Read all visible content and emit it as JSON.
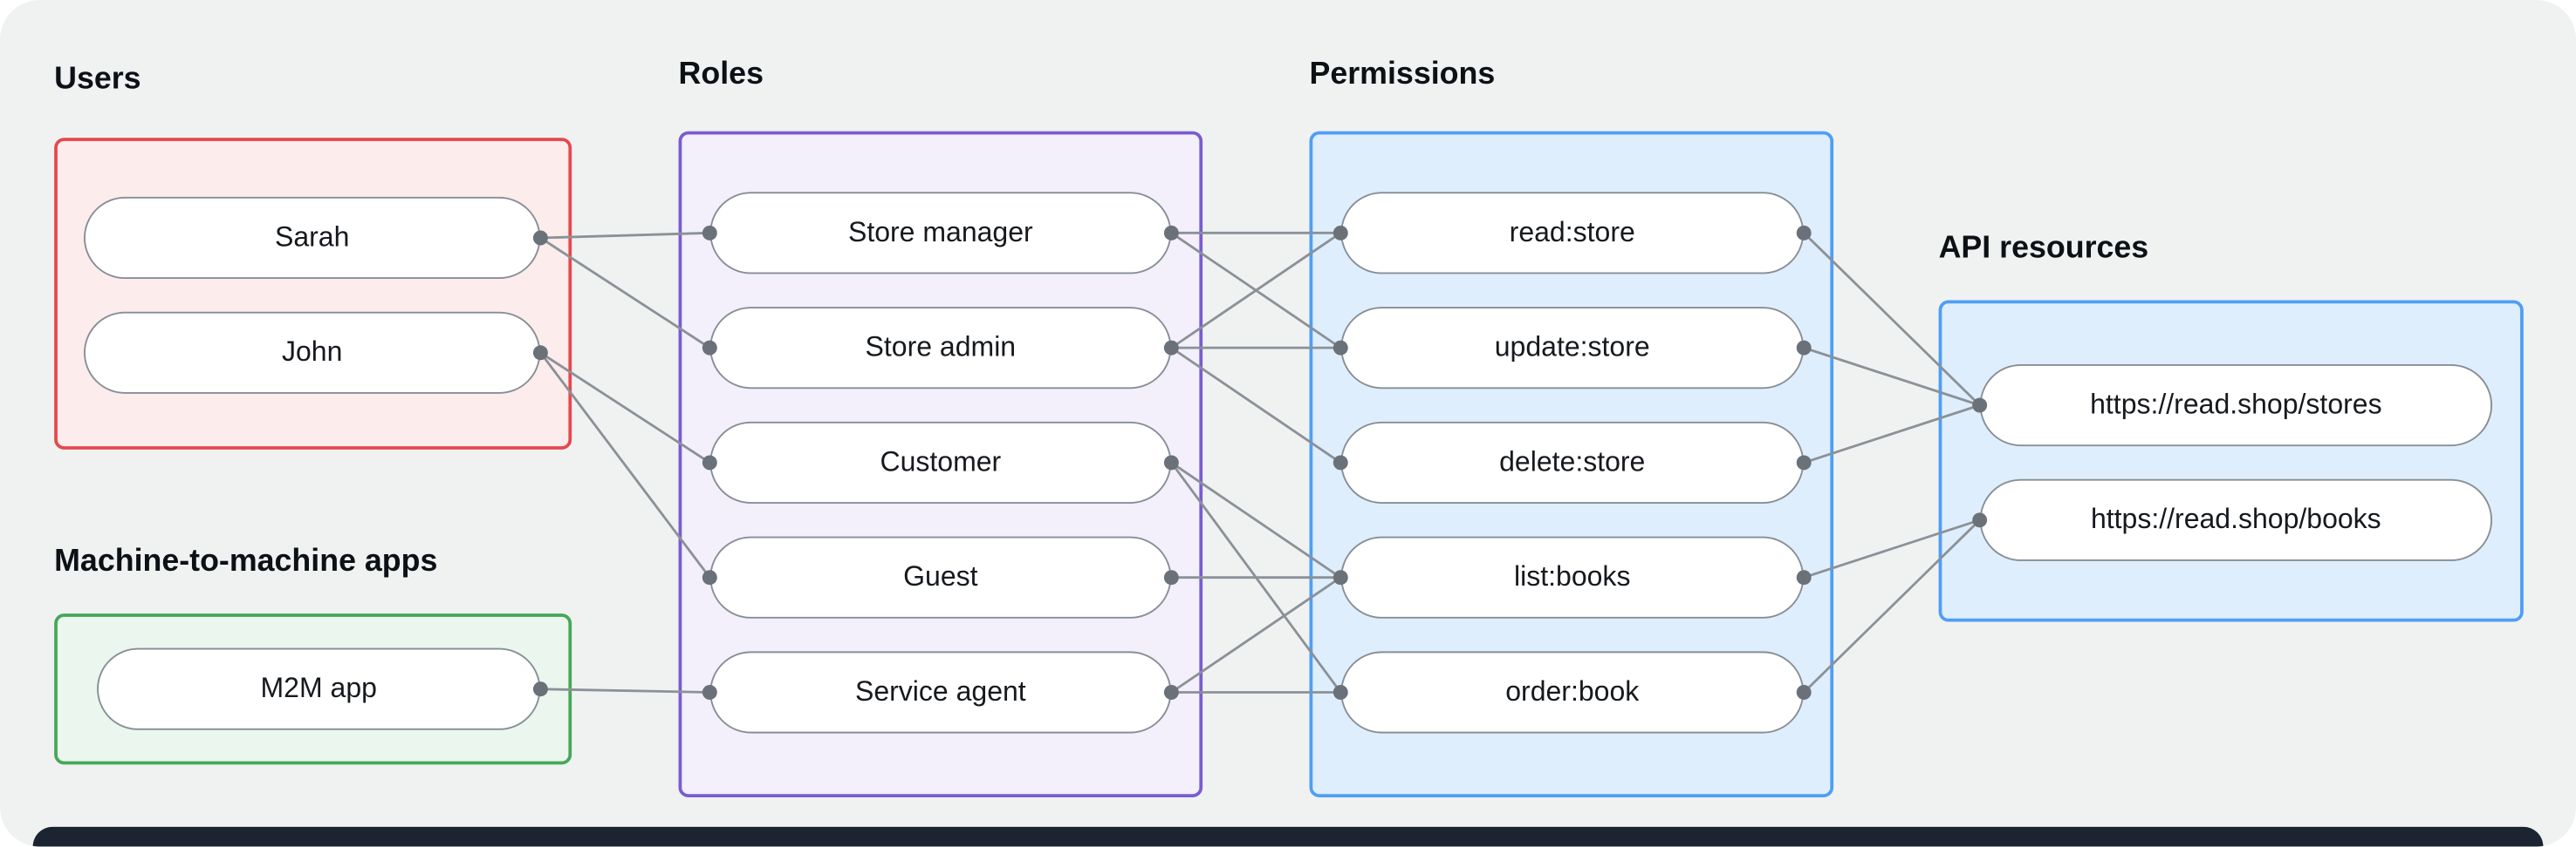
{
  "canvas": {
    "background": "#f0f2f2",
    "bottom_bar_color": "#1b2430"
  },
  "edge_style": {
    "line_color": "#8b9197",
    "dot_color": "#6a7178"
  },
  "groups": {
    "users": {
      "label": "Users",
      "border_color": "#e5484d",
      "fill": "#fcecec",
      "items": [
        {
          "id": "sarah",
          "label": "Sarah"
        },
        {
          "id": "john",
          "label": "John"
        }
      ]
    },
    "m2m": {
      "label": "Machine-to-machine apps",
      "border_color": "#46a758",
      "fill": "#eaf6ee",
      "items": [
        {
          "id": "m2m_app",
          "label": "M2M app"
        }
      ]
    },
    "roles": {
      "label": "Roles",
      "border_color": "#7a5cd0",
      "fill": "#f3effb",
      "items": [
        {
          "id": "store_manager",
          "label": "Store manager"
        },
        {
          "id": "store_admin",
          "label": "Store admin"
        },
        {
          "id": "customer",
          "label": "Customer"
        },
        {
          "id": "guest",
          "label": "Guest"
        },
        {
          "id": "service_agent",
          "label": "Service agent"
        }
      ]
    },
    "permissions": {
      "label": "Permissions",
      "border_color": "#4e9ef7",
      "fill": "#dfeefc",
      "items": [
        {
          "id": "read_store",
          "label": "read:store"
        },
        {
          "id": "update_store",
          "label": "update:store"
        },
        {
          "id": "delete_store",
          "label": "delete:store"
        },
        {
          "id": "list_books",
          "label": "list:books"
        },
        {
          "id": "order_book",
          "label": "order:book"
        }
      ]
    },
    "api_resources": {
      "label": "API resources",
      "border_color": "#4e9ef7",
      "fill": "#dfeefc",
      "items": [
        {
          "id": "stores_api",
          "label": "https://read.shop/stores"
        },
        {
          "id": "books_api",
          "label": "https://read.shop/books"
        }
      ]
    }
  },
  "edges": [
    [
      "sarah",
      "store_manager"
    ],
    [
      "sarah",
      "store_admin"
    ],
    [
      "john",
      "customer"
    ],
    [
      "john",
      "guest"
    ],
    [
      "m2m_app",
      "service_agent"
    ],
    [
      "store_manager",
      "read_store"
    ],
    [
      "store_manager",
      "update_store"
    ],
    [
      "store_admin",
      "read_store"
    ],
    [
      "store_admin",
      "update_store"
    ],
    [
      "store_admin",
      "delete_store"
    ],
    [
      "customer",
      "list_books"
    ],
    [
      "customer",
      "order_book"
    ],
    [
      "guest",
      "list_books"
    ],
    [
      "service_agent",
      "list_books"
    ],
    [
      "service_agent",
      "order_book"
    ],
    [
      "read_store",
      "stores_api"
    ],
    [
      "update_store",
      "stores_api"
    ],
    [
      "delete_store",
      "stores_api"
    ],
    [
      "list_books",
      "books_api"
    ],
    [
      "order_book",
      "books_api"
    ]
  ]
}
